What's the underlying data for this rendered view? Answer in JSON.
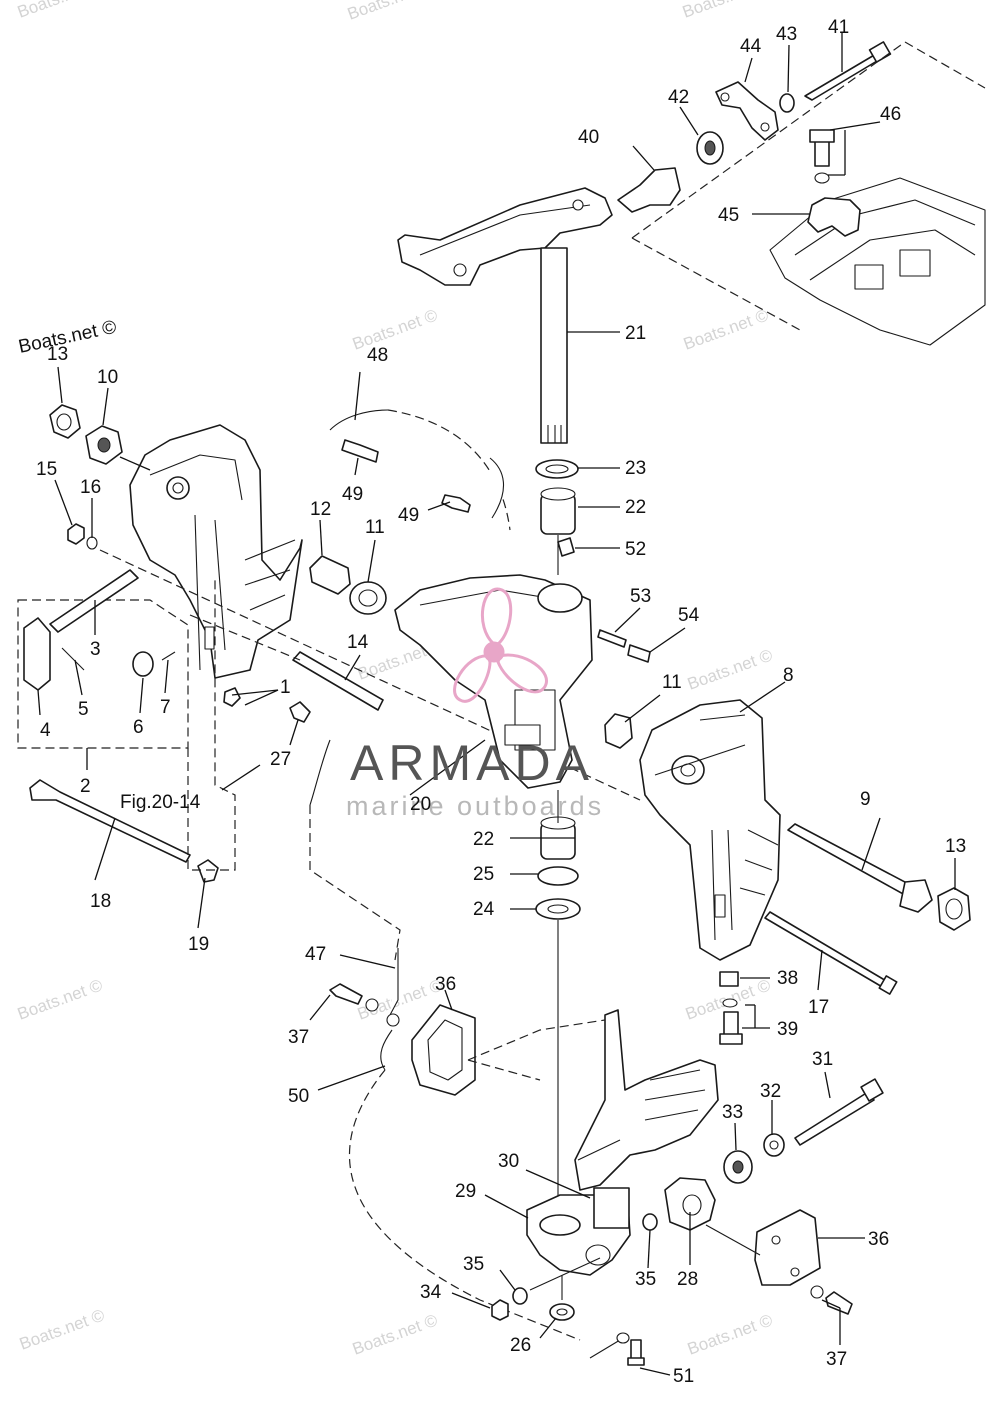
{
  "credit": "Boats.net ©",
  "watermark_text": "Boats.net ©",
  "figure_ref": "Fig.20-14",
  "brand": {
    "name": "ARMADA",
    "tagline": "marine outboards",
    "logo_color": "#e8a6c8"
  },
  "part_labels": [
    "1",
    "2",
    "3",
    "4",
    "5",
    "6",
    "7",
    "8",
    "9",
    "10",
    "11",
    "12",
    "13",
    "14",
    "15",
    "16",
    "17",
    "18",
    "19",
    "20",
    "21",
    "22",
    "23",
    "24",
    "25",
    "26",
    "27",
    "28",
    "29",
    "30",
    "31",
    "32",
    "33",
    "34",
    "35",
    "36",
    "37",
    "38",
    "39",
    "40",
    "41",
    "42",
    "43",
    "44",
    "45",
    "46",
    "47",
    "48",
    "49",
    "50",
    "51",
    "52",
    "53",
    "54"
  ]
}
